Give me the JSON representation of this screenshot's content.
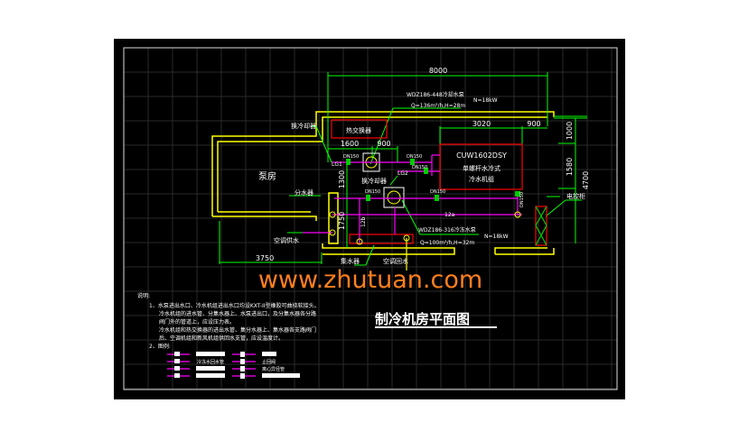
{
  "drawing": {
    "title": "制冷机房平面图",
    "dimensions": {
      "overall_width": "8000",
      "chiller_width": "3020",
      "right_gap": "900",
      "hx_width": "1600",
      "pump_gap": "900",
      "top_offset": "1000",
      "chiller_depth": "1580",
      "room_depth": "4700",
      "pump_room_width": "3750",
      "vert_1300": "1300",
      "vert_1750": "1750"
    },
    "labels": {
      "pump_room": "泵房",
      "heat_exchanger": "热交换器",
      "hx_pointer": "换冷却器",
      "hx_pump_label": "换冷却器",
      "distributor": "分水器",
      "collector": "集水器",
      "ac_supply": "空调供水",
      "ac_return": "空调回水",
      "control_cabinet": "电控柜",
      "chiller_model": "CUW1602DSY",
      "chiller_type": "单螺杆水冷式",
      "chiller_name": "冷水机组",
      "cooling_pump_model": "WDZ186-448冷却水泵",
      "cooling_pump_spec": "Q=136m³/h,H=28m",
      "cooling_pump_power": "N=18kW",
      "chilled_pump_model": "WDZ186-316冷冻水泵",
      "chilled_pump_spec": "Q=100m³/h,H=32m",
      "chilled_pump_power": "N=18kW",
      "lg1": "LG1",
      "lg2": "LG2",
      "pipe_12a": "12a",
      "pipe_12b": "12b",
      "dn": [
        "DN150",
        "DN150",
        "DN150",
        "DN150",
        "DN150",
        "DN150"
      ]
    },
    "notes": {
      "heading": "说明:",
      "lines": [
        "1、水泵进出水口、冷水机组进出水口均设KXT-II型橡胶可曲挠软接头。",
        "冷水机组的进水管、分集水器上、水泵进出口，及分集水器各分路",
        "阀门外的管道上，应设压力表。",
        "冷水机组和热交换器的进出水管、集分水器上、集水器各支路阀门",
        "后、空调机组和新风机组供回水支管，应设温度计。",
        "2、图例:"
      ],
      "legend": [
        "冷冻水回水管",
        "止回阀",
        "离心异径管"
      ]
    },
    "watermark": "www.zhutuan.com",
    "colors": {
      "wall": "#ffff00",
      "dim": "#00ff00",
      "equip": "#ff0000",
      "pipe": "#ff00ff",
      "text": "#ffffff",
      "watermark": "#ff7f1e",
      "bg": "#000000"
    }
  }
}
